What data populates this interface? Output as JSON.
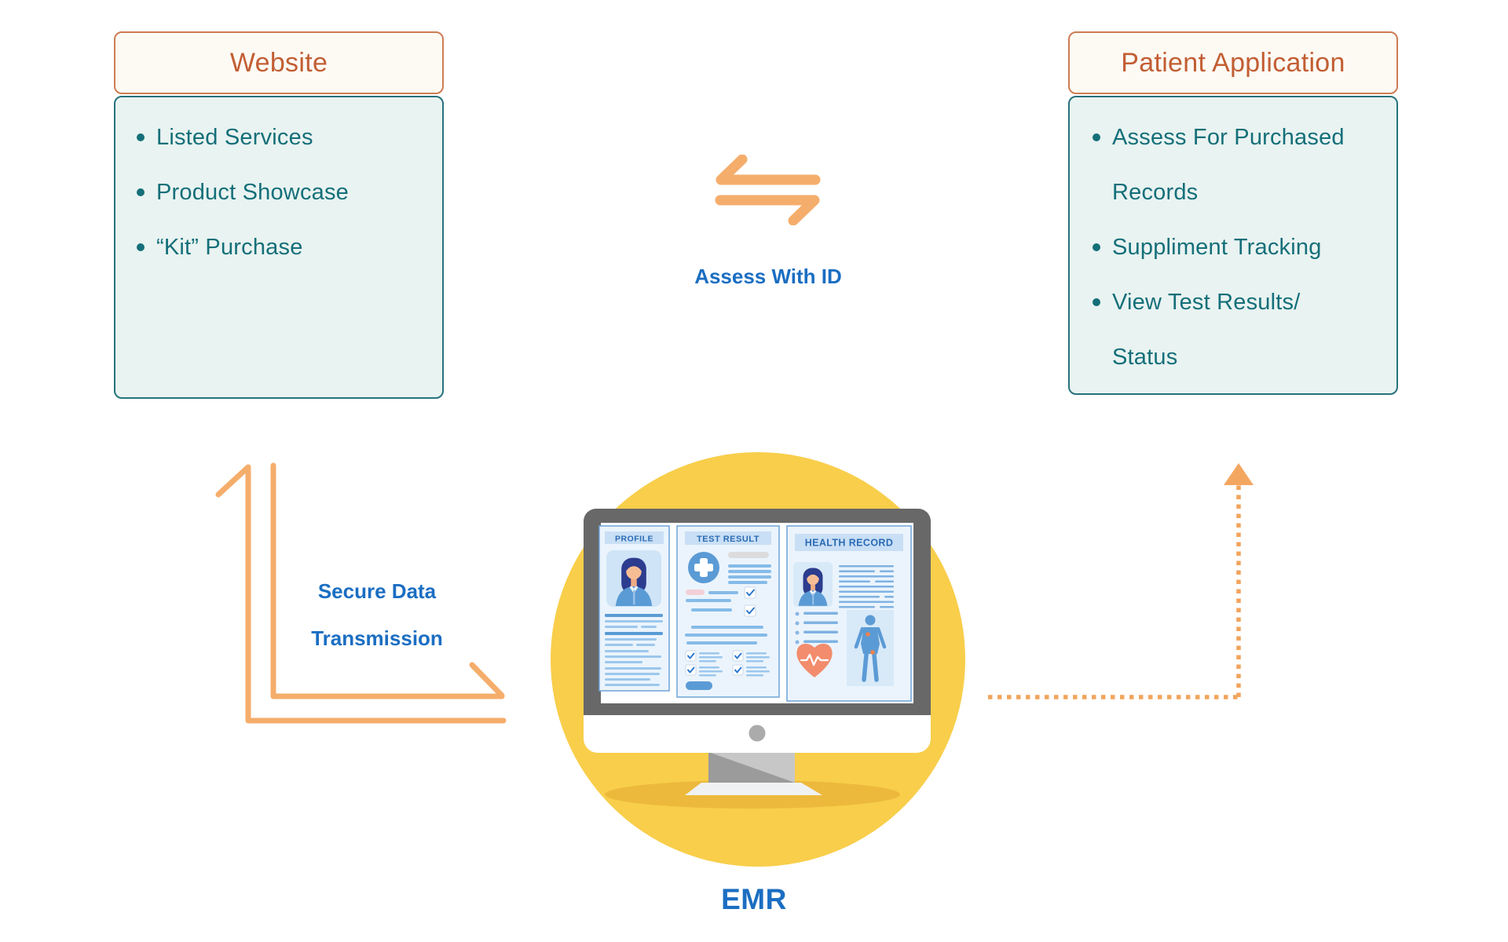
{
  "diagram": {
    "website": {
      "title": "Website",
      "items": [
        "Listed Services",
        "Product Showcase",
        "“Kit” Purchase"
      ]
    },
    "patient_application": {
      "title": "Patient Application",
      "items": [
        "Assess For Purchased Records",
        "Suppliment Tracking",
        "View Test Results/ Status"
      ]
    },
    "connections": {
      "website_emr_exchange_label": "Assess With ID",
      "secure_transmission_label": "Secure Data Transmission"
    },
    "emr": {
      "label": "EMR",
      "screen_panels": [
        "PROFILE",
        "TEST RESULT",
        "HEALTH RECORD"
      ]
    }
  },
  "colors": {
    "orange_title": "#C25E33",
    "orange_card_border": "#CD7C52",
    "card_header_bg": "#FDFAF4",
    "teal_text": "#146F79",
    "teal_card_border": "#26727B",
    "card_body_bg": "#E9F3F1",
    "label_blue": "#1B6EC2",
    "arrow_orange": "#F5AD6B",
    "dotted_arrow_orange": "#F2A45C",
    "emr_circle_yellow": "#F8CE4B",
    "emr_circle_shadow": "#EDB93C",
    "monitor_frame_gray": "#686868",
    "screen_panel_blue": "#5B9BD5"
  }
}
